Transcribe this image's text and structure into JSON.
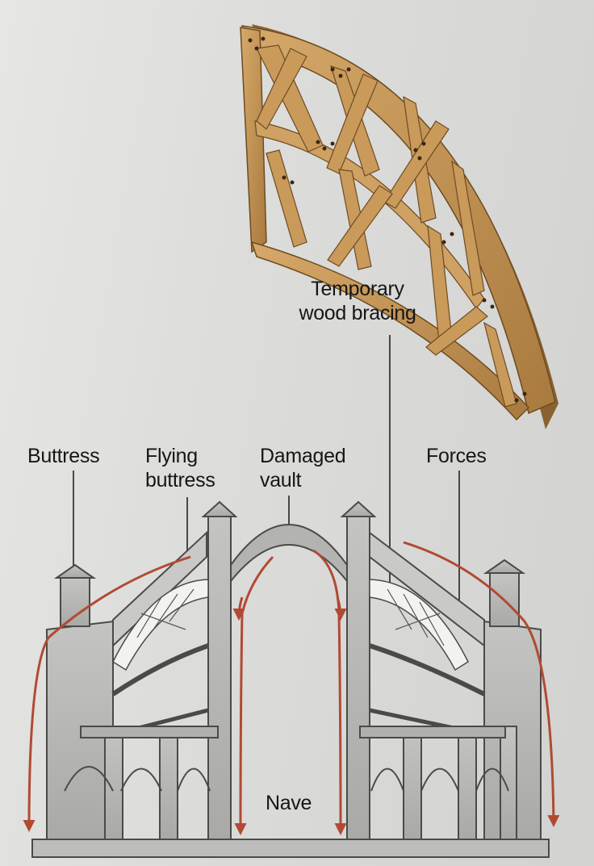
{
  "labels": {
    "temporary_wood_bracing": [
      "Temporary",
      "wood bracing"
    ],
    "buttress": "Buttress",
    "flying_buttress": [
      "Flying",
      "buttress"
    ],
    "damaged_vault": [
      "Damaged",
      "vault"
    ],
    "forces": "Forces",
    "nave": "Nave"
  },
  "colors": {
    "force_arrow": "#b04a33",
    "stone_fill": "#b9b9b7",
    "stone_line": "#4a4a48",
    "wood": "#c89a5c",
    "wood_dark": "#8a6232",
    "label_text": "#161616"
  }
}
